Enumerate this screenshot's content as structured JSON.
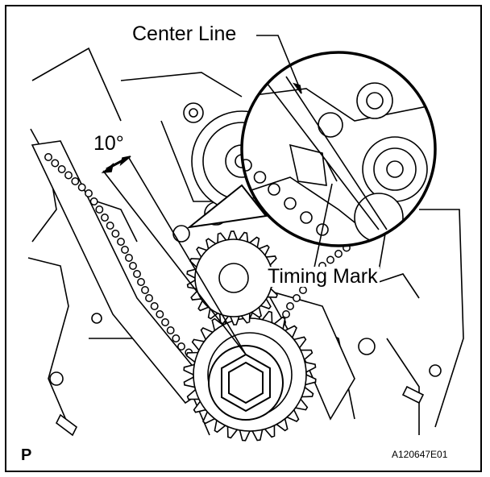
{
  "labels": {
    "center_line": "Center Line",
    "angle": "10°",
    "timing_mark": "Timing Mark",
    "view_marker": "P",
    "figure_code": "A120647E01"
  }
}
